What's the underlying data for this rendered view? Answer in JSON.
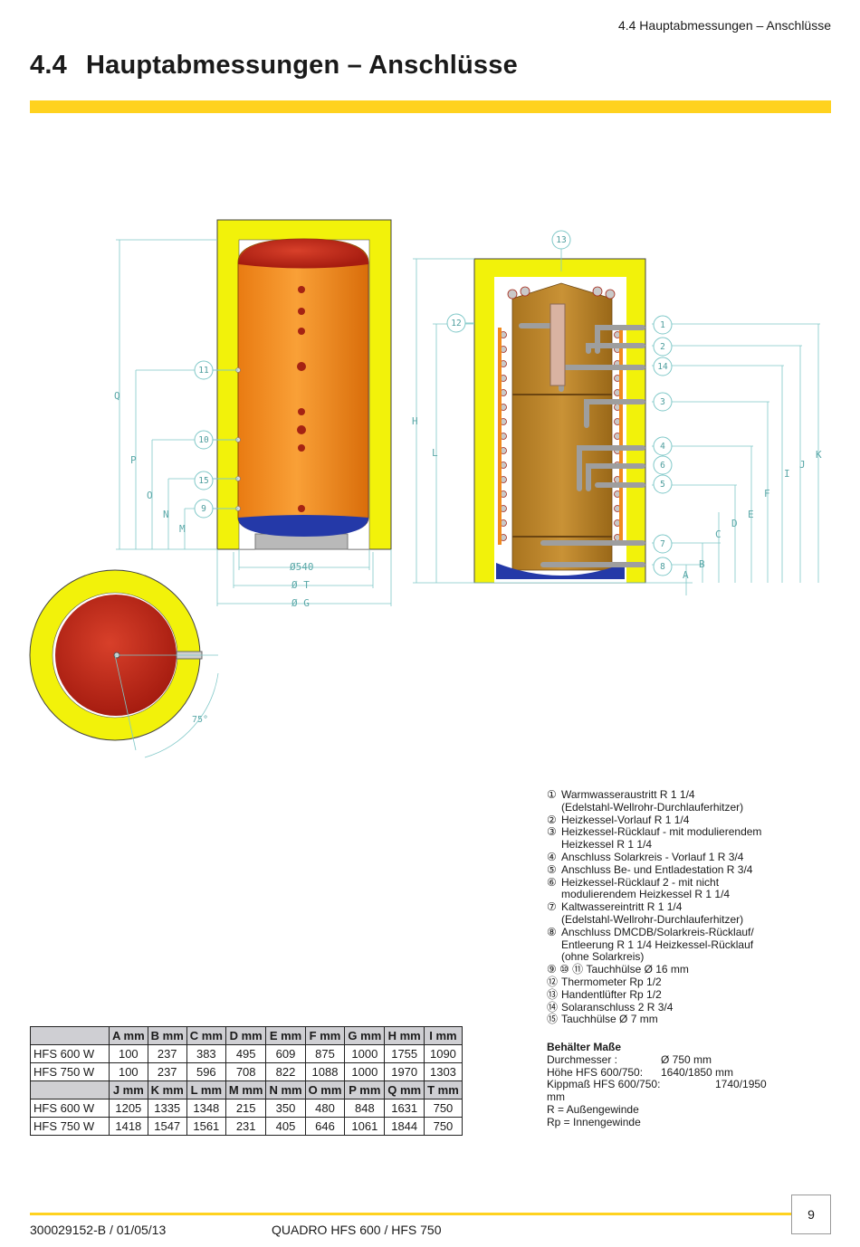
{
  "header": {
    "running_title": "4.4 Hauptabmessungen – Anschlüsse",
    "section_number": "4.4",
    "section_title": "Hauptabmessungen – Anschlüsse"
  },
  "colors": {
    "accent": "#ffd21f",
    "tank": "#f08a1e",
    "head": "#c42b1a",
    "base": "#2439a8",
    "insulation": "#f2f20a"
  },
  "drawing": {
    "left_letters": [
      "Q",
      "P",
      "O",
      "N",
      "M"
    ],
    "left_callouts": [
      "11",
      "10",
      "15",
      "9"
    ],
    "bottom_dims": [
      "Ø540",
      "Ø T",
      "Ø G"
    ],
    "angle": "75°",
    "top_callout": "13",
    "left_letters_right": [
      "H",
      "L"
    ],
    "right_callouts": [
      "12",
      "1",
      "2",
      "14",
      "3",
      "4",
      "6",
      "5",
      "7",
      "8"
    ],
    "right_letters": [
      "A",
      "B",
      "C",
      "D",
      "E",
      "F",
      "I",
      "J",
      "K"
    ]
  },
  "legend": [
    {
      "marker": "①",
      "lines": [
        "Warmwasseraustritt R 1 1/4",
        "(Edelstahl-Wellrohr-Durchlauferhitzer)"
      ]
    },
    {
      "marker": "②",
      "lines": [
        "Heizkessel-Vorlauf R 1 1/4"
      ]
    },
    {
      "marker": "③",
      "lines": [
        "Heizkessel-Rücklauf - mit modulierendem",
        "Heizkessel R 1 1/4"
      ]
    },
    {
      "marker": "④",
      "lines": [
        "Anschluss Solarkreis - Vorlauf 1 R 3/4"
      ]
    },
    {
      "marker": "⑤",
      "lines": [
        "Anschluss Be- und Entladestation R 3/4"
      ]
    },
    {
      "marker": "⑥",
      "lines": [
        "Heizkessel-Rücklauf 2 - mit nicht",
        "modulierendem Heizkessel R 1 1/4"
      ]
    },
    {
      "marker": "⑦",
      "lines": [
        "Kaltwassereintritt R 1 1/4",
        "(Edelstahl-Wellrohr-Durchlauferhitzer)"
      ]
    },
    {
      "marker": "⑧",
      "lines": [
        "Anschluss DMCDB/Solarkreis-Rücklauf/",
        "Entleerung R 1 1/4 Heizkessel-Rücklauf",
        "(ohne Solarkreis)"
      ]
    },
    {
      "marker": "⑨ ⑩ ⑪",
      "lines": [
        "Tauchhülse Ø 16 mm"
      ]
    },
    {
      "marker": "⑫",
      "lines": [
        "Thermometer Rp 1/2"
      ]
    },
    {
      "marker": "⑬",
      "lines": [
        "Handentlüfter Rp 1/2"
      ]
    },
    {
      "marker": "⑭",
      "lines": [
        "Solaranschluss 2 R 3/4"
      ]
    },
    {
      "marker": "⑮",
      "lines": [
        "Tauchhülse Ø 7 mm"
      ]
    }
  ],
  "specs": {
    "heading": "Behälter Maße",
    "diameter_label": "Durchmesser :",
    "diameter_value": "Ø 750 mm",
    "height_label": "Höhe HFS 600/750:",
    "height_value": "1640/1850 mm",
    "tilt_label": "Kippmaß HFS 600/750:",
    "tilt_value": "1740/1950",
    "tilt_unit": "mm",
    "note_r": "R = Außengewinde",
    "note_rp": "Rp = Innengewinde"
  },
  "table": {
    "header1": [
      "A mm",
      "B mm",
      "C mm",
      "D mm",
      "E mm",
      "F mm",
      "G mm",
      "H mm",
      "I mm"
    ],
    "rows1": [
      [
        "HFS 600 W",
        "100",
        "237",
        "383",
        "495",
        "609",
        "875",
        "1000",
        "1755",
        "1090"
      ],
      [
        "HFS 750 W",
        "100",
        "237",
        "596",
        "708",
        "822",
        "1088",
        "1000",
        "1970",
        "1303"
      ]
    ],
    "header2": [
      "J mm",
      "K mm",
      "L mm",
      "M mm",
      "N mm",
      "O mm",
      "P mm",
      "Q mm",
      "T mm"
    ],
    "rows2": [
      [
        "HFS 600 W",
        "1205",
        "1335",
        "1348",
        "215",
        "350",
        "480",
        "848",
        "1631",
        "750"
      ],
      [
        "HFS 750 W",
        "1418",
        "1547",
        "1561",
        "231",
        "405",
        "646",
        "1061",
        "1844",
        "750"
      ]
    ]
  },
  "footer": {
    "doc_ref": "300029152-B / 01/05/13",
    "product": "QUADRO HFS 600 / HFS 750",
    "page": "9"
  }
}
